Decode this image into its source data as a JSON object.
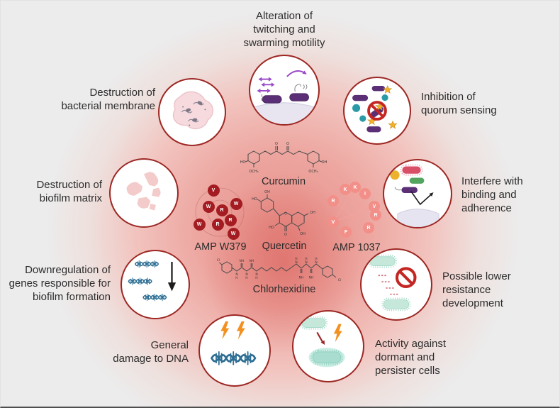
{
  "figure": {
    "type": "mechanism-diagram",
    "subject": "Antibiofilm / antibacterial mechanisms of curcumin, quercetin, chlorhexidine and antimicrobial peptides"
  },
  "colors": {
    "background": "#ececec",
    "glow_core": "#e8928c",
    "circle_border": "#9c2723",
    "text": "#2c2c2c",
    "dna_blue": "#2e6f94",
    "bolt_orange": "#f29120",
    "bacteria_purple": "#5b2f76",
    "bacteria_teal": "#c5e8db",
    "prohibition_red": "#c42723",
    "amp_w379_circle": "#a31c21",
    "amp_1037_circle": "#f28f89"
  },
  "mechanisms": [
    {
      "id": "twitching",
      "label": "Alteration of\ntwitching and\nswarming motility"
    },
    {
      "id": "membrane",
      "label": "Destruction of\nbacterial membrane"
    },
    {
      "id": "quorum",
      "label": "Inhibition of\nquorum sensing"
    },
    {
      "id": "biofilm-matrix",
      "label": "Destruction of\nbiofilm matrix"
    },
    {
      "id": "binding",
      "label": "Interfere with\nbinding and\nadherence"
    },
    {
      "id": "downregulation",
      "label": "Downregulation of\ngenes responsible for\nbiofilm formation"
    },
    {
      "id": "resistance",
      "label": "Possible lower\nresistance\ndevelopment"
    },
    {
      "id": "dna-damage",
      "label": "General\ndamage to DNA"
    },
    {
      "id": "persister",
      "label": "Activity against\ndormant and\npersister cells"
    }
  ],
  "compounds": {
    "curcumin": {
      "name": "Curcumin",
      "atom_labels": [
        "HO",
        "OCH₃",
        "O",
        "O",
        "OCH₃",
        "OH"
      ]
    },
    "quercetin": {
      "name": "Quercetin",
      "atom_labels": [
        "OH",
        "HO",
        "O",
        "OH",
        "HO",
        "O",
        "OH"
      ]
    },
    "chlorhexidine": {
      "name": "Chlorhexidine",
      "atom_labels": [
        "Cl",
        "NH",
        "NH",
        "N",
        "H",
        "N",
        "H",
        "N",
        "H",
        "H",
        "N",
        "H",
        "N",
        "H",
        "N",
        "NH",
        "NH",
        "Cl"
      ]
    },
    "amp_w379": {
      "name": "AMP W379",
      "residues": [
        "V",
        "W",
        "R",
        "W",
        "R",
        "W",
        "R",
        "W"
      ]
    },
    "amp_1037": {
      "name": "AMP 1037",
      "residues": [
        "K",
        "K",
        "I",
        "R",
        "V",
        "R",
        "V",
        "F",
        "R"
      ]
    }
  }
}
